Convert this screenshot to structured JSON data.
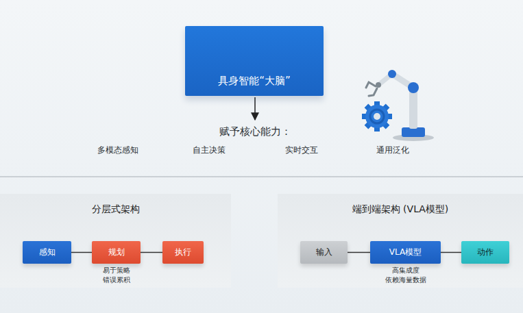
{
  "diagram": {
    "nodes": [
      {
        "text": [
          "具身智能“大脑”"
        ]
      },
      {
        "text": [
          "分层式架构"
        ]
      },
      {
        "text": [
          "感知"
        ],
        "in": 1
      },
      {
        "text": [
          "规划"
        ],
        "in": 1
      },
      {
        "text": [
          "执行"
        ],
        "in": 1
      },
      {
        "text": [
          "端到端架构 (VLA模型)"
        ]
      },
      {
        "text": [
          "输入"
        ],
        "in": 5
      },
      {
        "text": [
          "VLA模型"
        ],
        "in": 5
      },
      {
        "text": [
          "动作"
        ],
        "in": 5
      }
    ],
    "edges": [
      {
        "from": 2,
        "to": 3,
        "arrow": "none"
      },
      {
        "from": 3,
        "to": 4,
        "arrow": "none"
      },
      {
        "from": 6,
        "to": 7,
        "arrow": "none"
      },
      {
        "from": 7,
        "to": 8,
        "arrow": "none"
      }
    ],
    "labels": [
      "赋予核心能力：",
      "多模态感知",
      "自主决策",
      "实时交互",
      "通用泛化",
      "易于策略",
      "错误累积",
      "高集成度",
      "依赖海量数据"
    ]
  }
}
